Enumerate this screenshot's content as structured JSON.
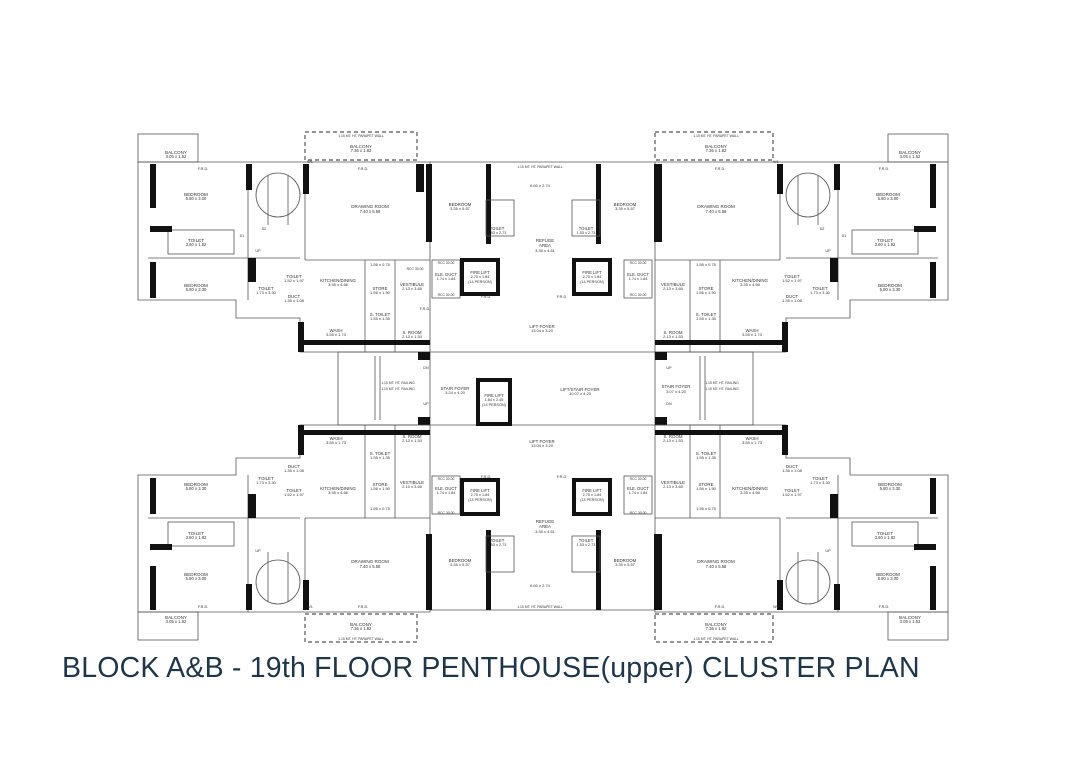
{
  "plan_title": "BLOCK A&B -  19th FLOOR PENTHOUSE(upper) CLUSTER PLAN",
  "colors": {
    "wall": "#111111",
    "line": "#555555",
    "title": "#1f3548"
  },
  "rooms": {
    "balcony_small": {
      "name": "BALCONY",
      "dim": "3.05 x 1.52"
    },
    "balcony_large": {
      "name": "BALCONY",
      "dim": "7.36 x 1.82"
    },
    "bedroom_a": {
      "name": "BEDROOM",
      "dim": "5.80 x 3.00"
    },
    "bedroom_b": {
      "name": "BEDROOM",
      "dim": "5.80 x 3.30"
    },
    "bedroom_c": {
      "name": "BEDROOM",
      "dim": "3.35 x 5.57"
    },
    "drawing": {
      "name": "DRAWING ROOM",
      "dim": "7.40 x 5.58"
    },
    "toilet_a": {
      "name": "TOILET",
      "dim": "3.60 x 1.82"
    },
    "toilet_b": {
      "name": "TOILET",
      "dim": "1.73 x 3.30"
    },
    "toilet_c": {
      "name": "TOILET",
      "dim": "1.52 x 1.97"
    },
    "toilet_d": {
      "name": "TOILET",
      "dim": "1.53 x 2.73"
    },
    "kitchen": {
      "name": "KITCHEN/DINING",
      "dim": "3.35 x 4.66"
    },
    "store": {
      "name": "STORE",
      "dim": "1.56 x 1.90"
    },
    "vestibule": {
      "name": "VESTIBULE",
      "dim": "2.13 x 3.65"
    },
    "s_toilet": {
      "name": "S. TOILET",
      "dim": "1.55 x 1.35"
    },
    "s_room": {
      "name": "S. ROOM",
      "dim": "2.13 x 1.53"
    },
    "wash": {
      "name": "WASH",
      "dim": "3.55 x 1.73"
    },
    "duct": {
      "name": "DUCT",
      "dim": "1.35 x 1.08"
    },
    "ele_duct": {
      "name": "ELE. DUCT",
      "dim": "1.74 x 1.84"
    },
    "refuge": {
      "name": "REFUGE",
      "name2": "AREA",
      "dim": "3.35 x 4.61"
    },
    "fire_lift": {
      "name": "FIRE LIFT",
      "dim": "2.75 x 1.84",
      "cap": "(14 PERSON)"
    },
    "fire_lift_c": {
      "name": "FIRE LIFT",
      "dim": "1.84 x 2.45",
      "cap": "(14 PERSON)"
    },
    "lift_foyer": {
      "name": "LIFT FOYER",
      "dim": "13.04 x 3.20"
    },
    "liftstair": {
      "name": "LIFT/STAIR FOYER",
      "dim": "10.07 x 4.20"
    },
    "stair_l": {
      "name": "STAIR FOYER",
      "dim": "3.24 x 4.20"
    },
    "stair_r": {
      "name": "STAIR FOYER",
      "dim": "3.07 x 4.20"
    },
    "refuge_dim": "6.60 x 2.74"
  },
  "labels": {
    "parapet_wall": "1.15 MT. HT. PARAPET WALL",
    "frd": "F.R.D.",
    "w1": "W1",
    "d1": "D1",
    "d2": "D2",
    "dn": "DN",
    "up": "UP",
    "rcc": "RCC 30.00",
    "railing": "1.15 MT. HT. RAILING",
    "shelf": "1.56 x 0.75"
  }
}
